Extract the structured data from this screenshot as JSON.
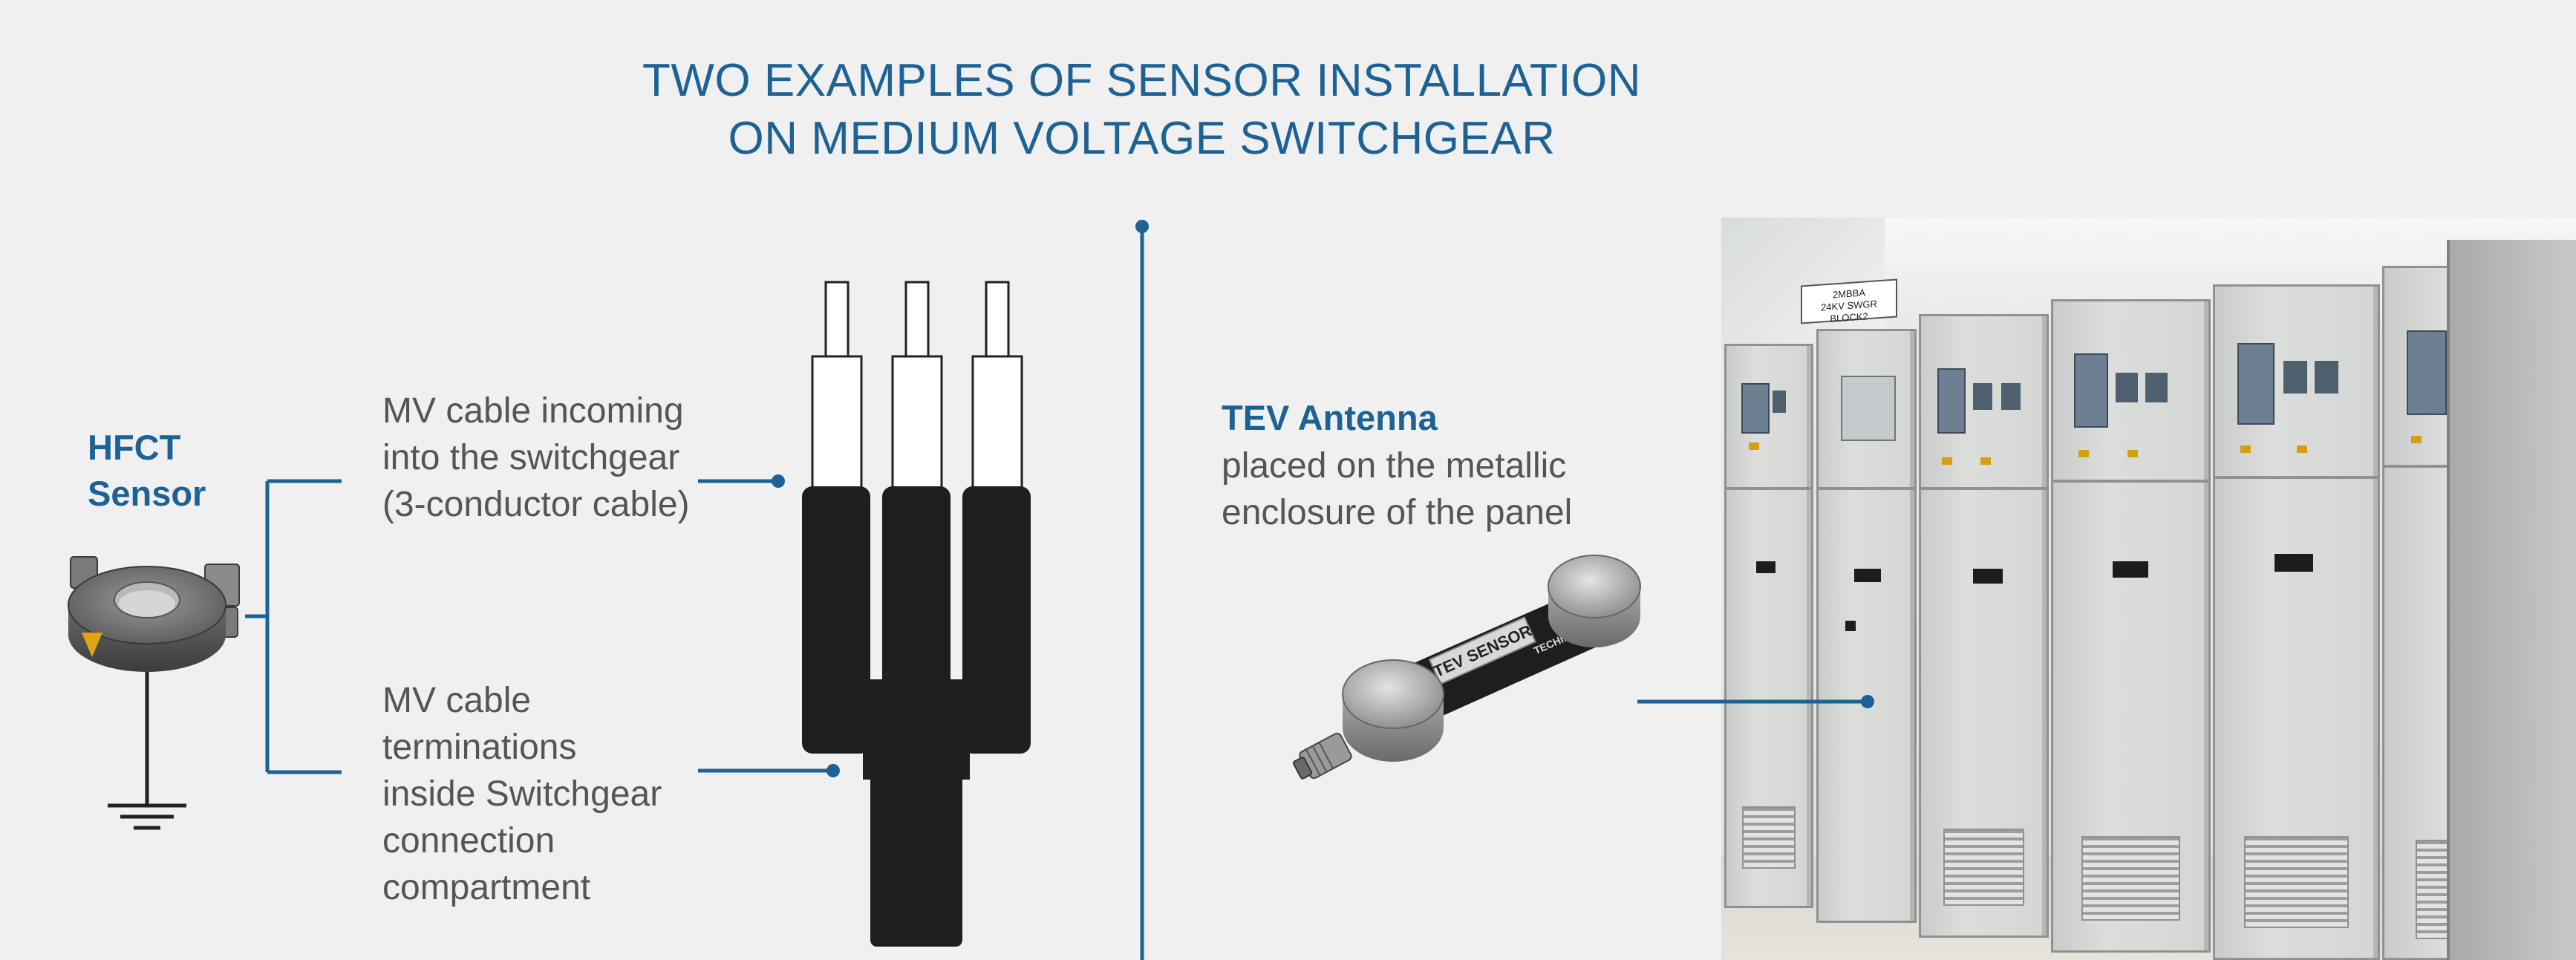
{
  "title": {
    "line1": "TWO EXAMPLES OF SENSOR INSTALLATION",
    "line2": "ON MEDIUM VOLTAGE SWITCHGEAR"
  },
  "hfct": {
    "line1": "HFCT",
    "line2": "Sensor"
  },
  "mv_incoming": {
    "line1": "MV cable incoming",
    "line2": "into the switchgear",
    "line3": "(3-conductor cable)"
  },
  "mv_terminations": {
    "line1": "MV cable",
    "line2": "terminations",
    "line3": "inside Switchgear",
    "line4": "connection",
    "line5": "compartment"
  },
  "tev": {
    "title": "TEV Antenna",
    "line1": "placed on the metallic",
    "line2": "enclosure of the panel",
    "device_label": "TEV SENSOR",
    "device_brand": "TECHIMP"
  },
  "switchgear": {
    "sign_line1": "2MBBA",
    "sign_line2": "24KV SWGR BLOCK2"
  },
  "colors": {
    "accent": "#1d6296",
    "text": "#555555",
    "background": "#f0f0f0",
    "cable": "#1e1e1e"
  }
}
